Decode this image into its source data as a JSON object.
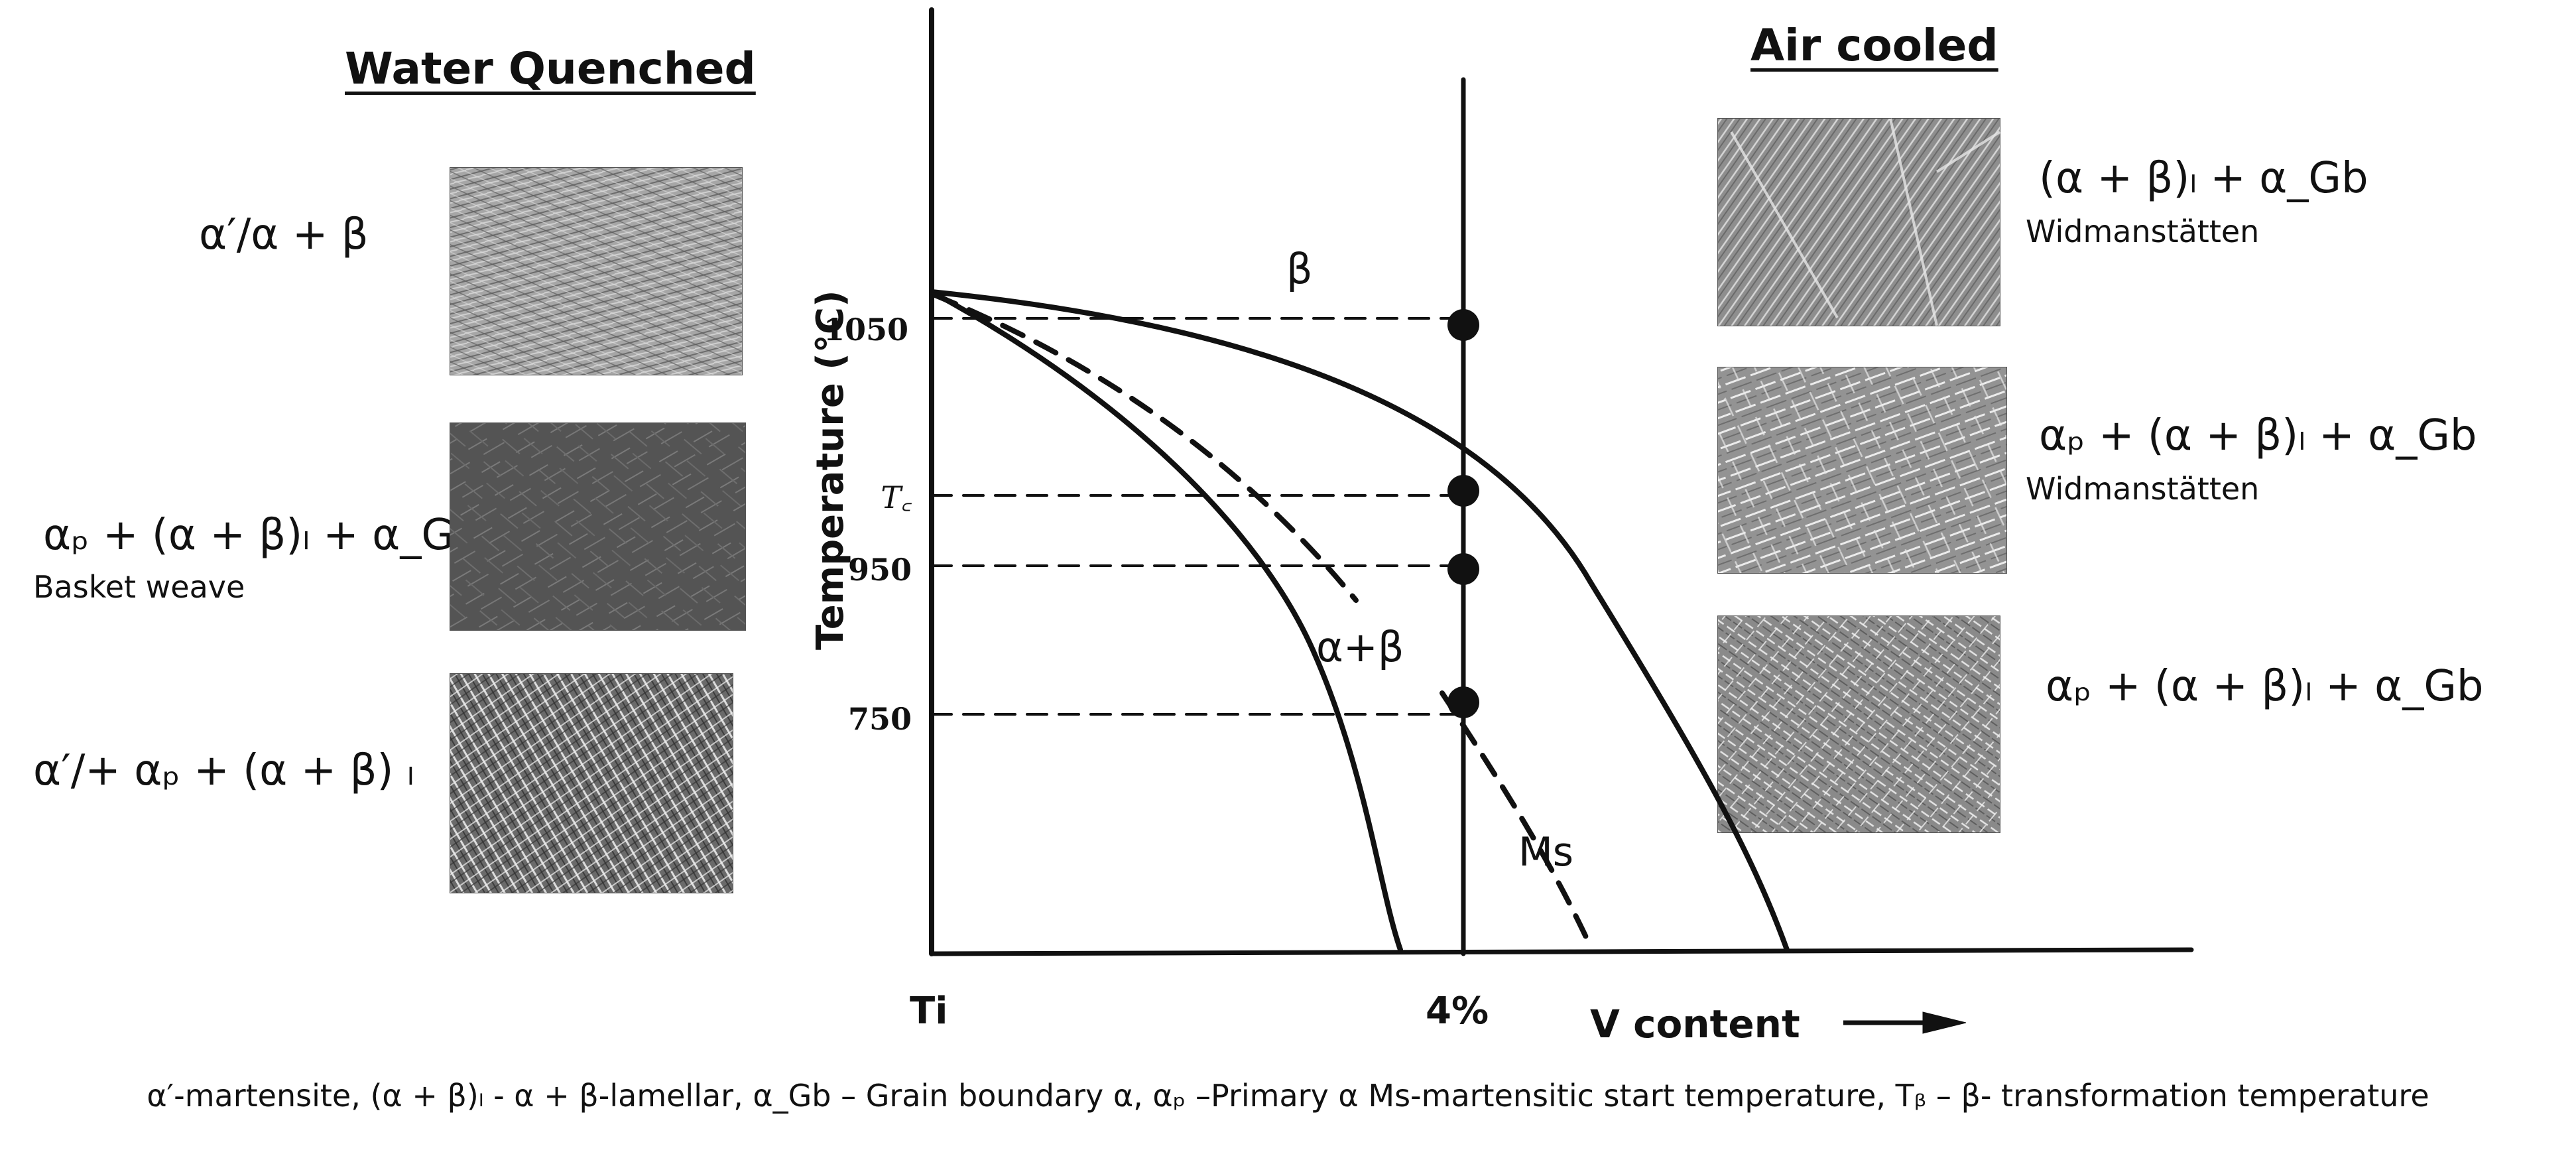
{
  "water_quenched": {
    "title": "Water Quenched",
    "rows": [
      {
        "label": "α′/α + β",
        "sub": ""
      },
      {
        "label": "αₚ + (α + β)ₗ + α_Gb",
        "sub": "Basket weave"
      },
      {
        "label": "α′/+ αₚ + (α + β) ₗ",
        "sub": ""
      }
    ]
  },
  "air_cooled": {
    "title": "Air cooled",
    "rows": [
      {
        "label": "(α + β)ₗ + α_Gb",
        "sub": "Widmanstätten"
      },
      {
        "label": "αₚ + (α + β)ₗ + α_Gb",
        "sub": "Widmanstätten"
      },
      {
        "label": "αₚ + (α + β)ₗ + α_Gb",
        "sub": ""
      }
    ]
  },
  "diagram": {
    "y_axis_label": "Temperature (°C)",
    "y_ticks": [
      "1050",
      "T꜀",
      "950",
      "750"
    ],
    "x_origin_label": "Ti",
    "x_mark_label": "4%",
    "x_axis_label": "V content",
    "region_beta": "β",
    "region_alpha_beta": "α+β",
    "curve_ms": "Ms"
  },
  "footer": "α′-martensite, (α + β)ₗ - α + β-lamellar, α_Gb – Grain boundary α, αₚ –Primary α Ms-martensitic start temperature, Tᵦ – β- transformation temperature",
  "colors": {
    "line": "#111111",
    "micrograph_light": "#9a9a9a",
    "micrograph_dark": "#4f4f4f"
  }
}
